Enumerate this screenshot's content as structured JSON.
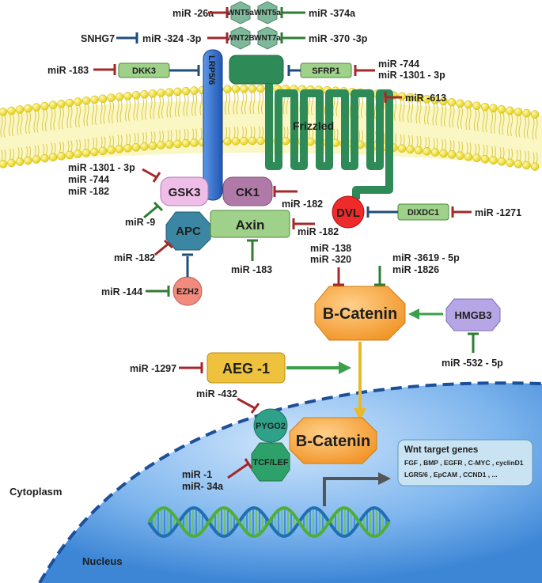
{
  "wnt": {
    "wnt5a_a": "WNT5a",
    "wnt5a_b": "WNT5a",
    "wnt2b": "WNT2B",
    "wnt7a": "WNT7a"
  },
  "membrane": {
    "lrp": "LRP5/6",
    "frizzled": "Frizzled"
  },
  "proteins": {
    "dkk3": "DKK3",
    "sfrp1": "SFRP1",
    "gsk3": "GSK3",
    "ck1": "CK1",
    "apc": "APC",
    "axin": "Axin",
    "dvl": "DVL",
    "dixdc1": "DIXDC1",
    "ezh2": "EZH2",
    "bcatenin_cyto": "B-Catenin",
    "hmgb3": "HMGB3",
    "aeg1": "AEG -1",
    "pygo2": "PYGO2",
    "bcatenin_nuc": "B-Catenin",
    "tcf": "TCF/LEF"
  },
  "regulators": {
    "mir26a": "miR -26a",
    "mir374a": "miR -374a",
    "snhg7": "SNHG7",
    "mir324": "miR -324 -3p",
    "mir370": "miR -370 -3p",
    "mir183_dkk": "miR -183",
    "mir744_sfrp": "miR -744",
    "mir1301_sfrp": "miR -1301 - 3p",
    "mir613": "miR -613",
    "mir1301_gsk": "miR -1301 - 3p",
    "mir744_gsk": "miR -744",
    "mir182_gsk": "miR -182",
    "mir9": "miR -9",
    "mir182_ck1": "miR -182",
    "mir1271": "miR -1271",
    "mir182_apc": "miR -182",
    "mir182_axin": "miR -182",
    "mir183_axin": "miR -183",
    "mir144": "miR -144",
    "mir138": "miR -138",
    "mir320": "miR -320",
    "mir3619": "miR -3619 - 5p",
    "mir1826": "miR -1826",
    "mir532": "miR -532 - 5p",
    "mir1297": "miR -1297",
    "mir432": "miR -432",
    "mir1": "miR -1",
    "mir34a": "miR- 34a"
  },
  "targets": {
    "title": "Wnt target genes",
    "line1": "FGF , BMP , EGFR , C-MYC , cyclinD1",
    "line2": "LGR5/6 , EpCAM , CCND1 , ..."
  },
  "compartments": {
    "cytoplasm": "Cytoplasm",
    "nucleus": "Nucleus"
  },
  "colors": {
    "inhibit_red": "#a3282a",
    "inhibit_blue": "#1f4e79",
    "activate_green": "#2e7d32",
    "membrane_yellow": "#f2e033",
    "frizzled_green": "#2e8b57",
    "lrp_blue": "#2f6fce",
    "nucleus_blue": "#4a93dc",
    "bcatenin_orange": "#f6a63d"
  }
}
